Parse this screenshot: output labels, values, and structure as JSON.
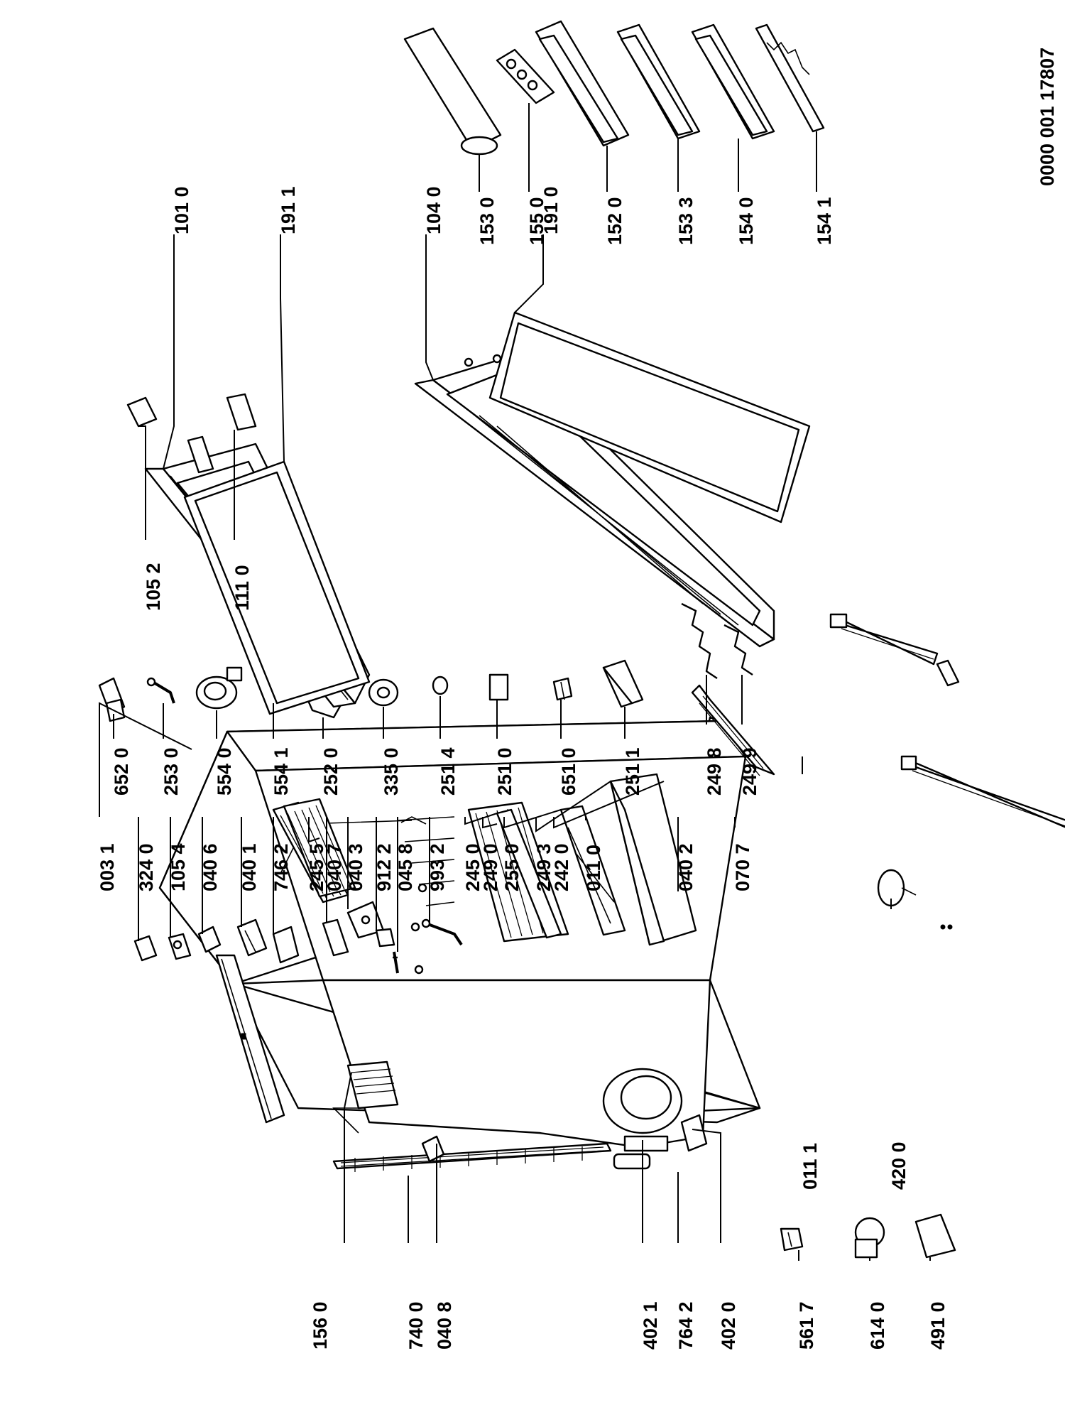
{
  "document_code": "0000 001 17807",
  "part_labels": {
    "p003_1": "003 1",
    "p324_0": "324 0",
    "p105_4": "105 4",
    "p040_6": "040 6",
    "p040_1": "040 1",
    "p746_2": "746 2",
    "p245_5": "245 5",
    "p040_7": "040 7",
    "p040_3": "040 3",
    "p912_2": "912 2",
    "p045_8": "045 8",
    "p993_2": "993 2",
    "p245_0": "245 0",
    "p249_0": "249 0",
    "p255_0": "255 0",
    "p249_3": "249 3",
    "p242_0": "242 0",
    "p011_0": "011 0",
    "p040_2": "040 2",
    "p070_7": "070 7",
    "p011_1": "011 1",
    "p420_0": "420 0",
    "p156_0": "156 0",
    "p740_0": "740 0",
    "p040_8": "040 8",
    "p402_1": "402 1",
    "p764_2": "764 2",
    "p402_0": "402 0",
    "p561_7": "561 7",
    "p614_0": "614 0",
    "p491_0": "491 0",
    "p652_0": "652 0",
    "p253_0": "253 0",
    "p554_0": "554 0",
    "p554_1": "554 1",
    "p252_0": "252 0",
    "p335_0": "335 0",
    "p251_4": "251 4",
    "p251_0": "251 0",
    "p651_0": "651 0",
    "p251_1": "251 1",
    "p249_8": "249 8",
    "p249_9": "249 9",
    "p105_2": "105 2",
    "p111_0": "111 0",
    "p101_0": "101 0",
    "p191_1": "191 1",
    "p104_0": "104 0",
    "p153_0": "153 0",
    "p155_0": "155 0",
    "p191_0": "191 0",
    "p152_0": "152 0",
    "p153_3": "153 3",
    "p154_0": "154 0",
    "p154_1": "154 1"
  }
}
